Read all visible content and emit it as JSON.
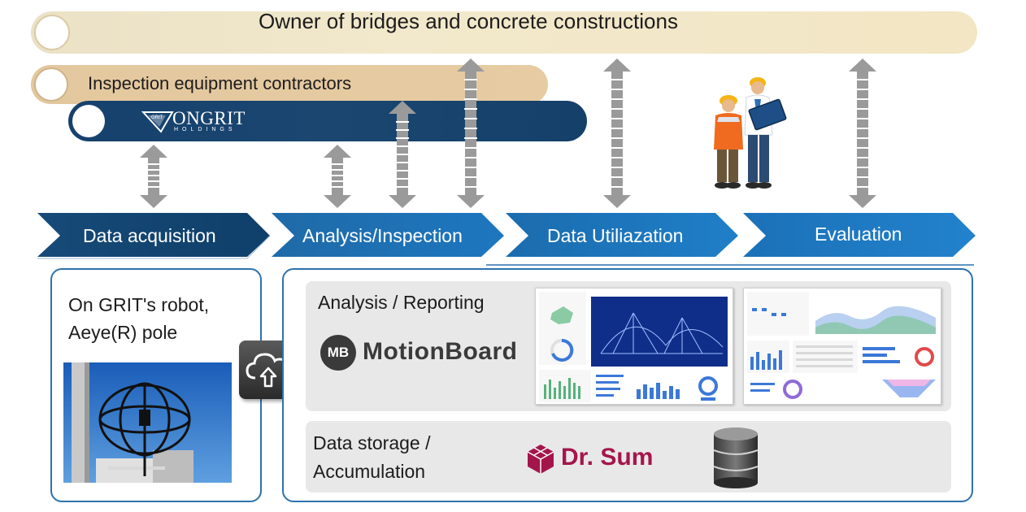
{
  "roles": {
    "owner": "Owner of bridges and concrete constructions",
    "contractors": "Inspection equipment contractors",
    "company": {
      "logo_text": "ONGRIT",
      "logo_subtext": "HOLDINGS",
      "emblem_text": "GRIT"
    }
  },
  "stages": [
    {
      "label": "Data acquisition"
    },
    {
      "label": "Analysis/Inspection"
    },
    {
      "label": "Data Utiliazation"
    },
    {
      "label": "Evaluation"
    }
  ],
  "acquisition": {
    "label_line1": "On GRIT's robot,",
    "label_line2": "Aeye(R) pole"
  },
  "analysis": {
    "title": "Analysis / Reporting",
    "product_logo": "MotionBoard",
    "product_badge": "MB"
  },
  "storage": {
    "title_line1": "Data storage /",
    "title_line2": "Accumulation",
    "product_logo": "Dr. Sum"
  },
  "icons": {
    "cloud": "cloud-upload-icon",
    "database": "database-icon",
    "arrows": "double-headed-arrow-icon",
    "workers": "engineers-illustration"
  },
  "colors": {
    "owner_bar": "#f2e8cb",
    "contractor_bar": "#e7cba2",
    "company_bar": "#1a4670",
    "chevron_dark": "#144f7c",
    "chevron_mid": "#1a73bd",
    "panel_border": "#2d72ad",
    "motionboard": "#3a3a3a",
    "drsum": "#a4164b"
  }
}
